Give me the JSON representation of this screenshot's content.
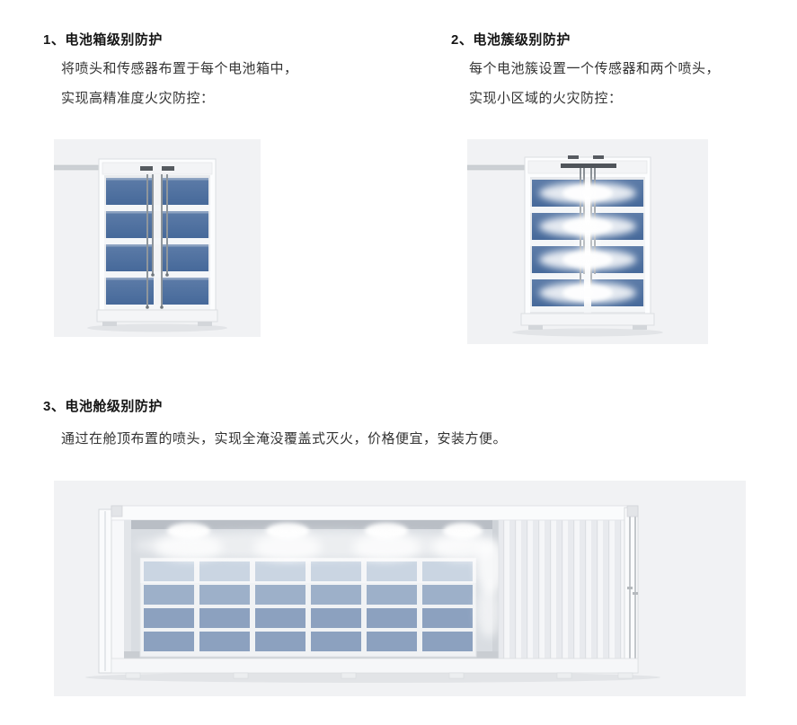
{
  "sections": [
    {
      "number": "1、",
      "title": "电池箱级别防护",
      "desc": [
        "将喷头和传感器布置于每个电池箱中，",
        "实现高精准度火灾防控："
      ]
    },
    {
      "number": "2、",
      "title": "电池簇级别防护",
      "desc": [
        "每个电池簇设置一个传感器和两个喷头，",
        "实现小区域的火灾防控："
      ]
    },
    {
      "number": "3、",
      "title": "电池舱级别防护",
      "desc": [
        "通过在舱顶布置的喷头，实现全淹没覆盖式灭火，价格便宜，安装方便。"
      ]
    }
  ],
  "illustration_colors": {
    "panel_background": "#f1f2f4",
    "battery_blue": "#4e6f9e",
    "cabinet_white": "#fbfcfd",
    "mist_white": "#ffffff"
  }
}
